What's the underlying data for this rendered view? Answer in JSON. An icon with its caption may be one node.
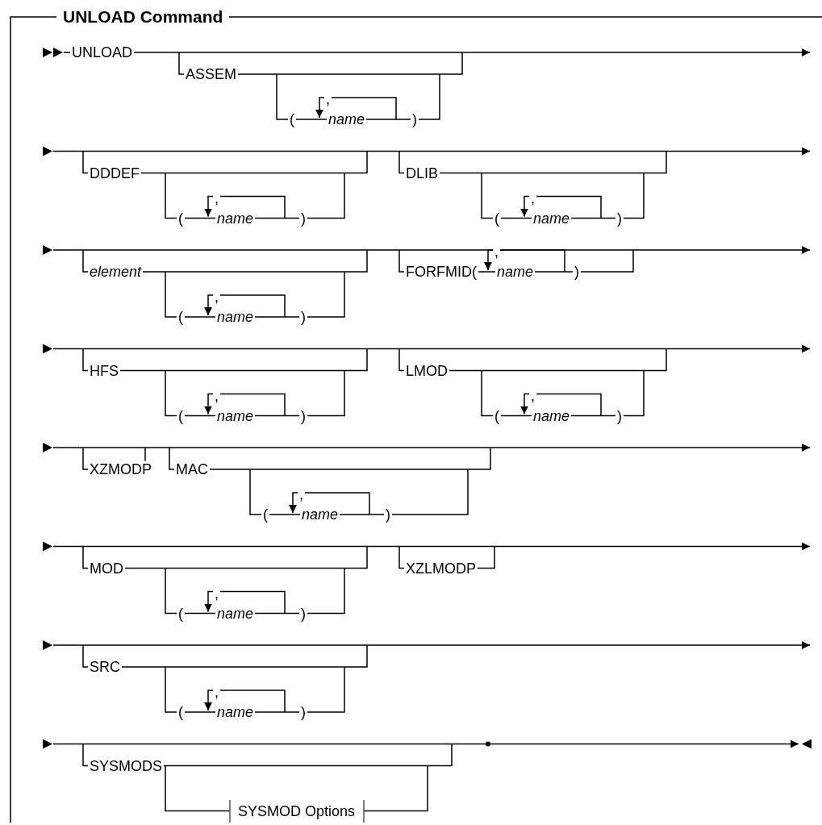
{
  "diagram": {
    "title": "UNLOAD Command",
    "nodes": [
      {
        "text": [
          "SYSMOD Options"
        ]
      }
    ],
    "labels": [
      "UNLOAD",
      "ASSEM",
      "(",
      ",",
      "name",
      ")",
      "DDDEF",
      "(",
      ",",
      "name",
      ")",
      "DLIB",
      "(",
      ",",
      "name",
      ")",
      "element",
      "(",
      ",",
      "name",
      ")",
      "FORFMID(",
      ",",
      "name",
      ")",
      "HFS",
      "(",
      ",",
      "name",
      ")",
      "LMOD",
      "(",
      ",",
      "name",
      ")",
      "XZMODP",
      "MAC",
      "(",
      ",",
      "name",
      ")",
      "MOD",
      "(",
      ",",
      "name",
      ")",
      "XZLMODP",
      "SRC",
      "(",
      ",",
      "name",
      ")",
      "SYSMODS"
    ]
  }
}
